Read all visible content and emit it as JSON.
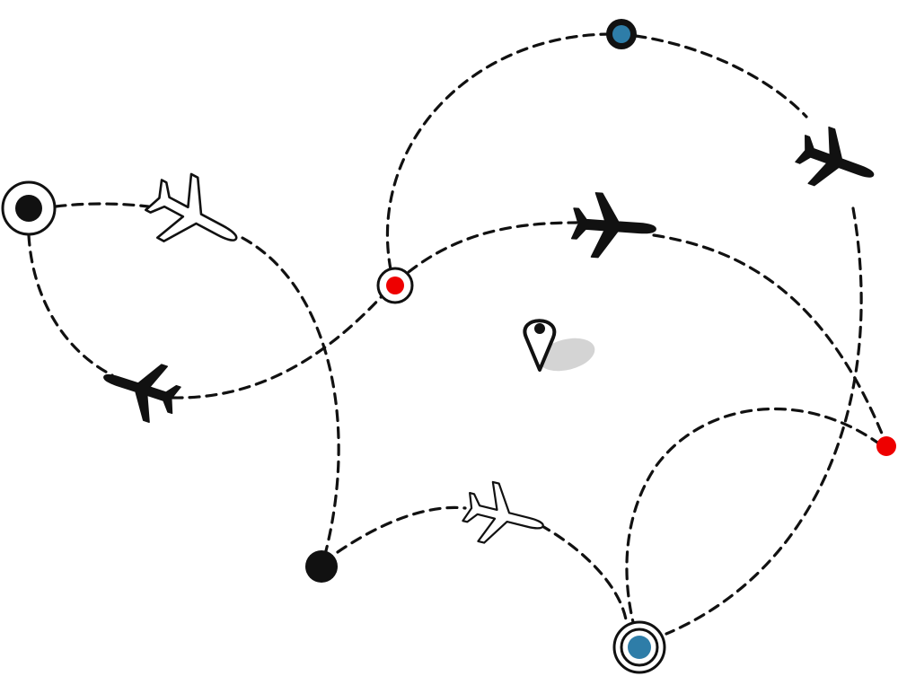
{
  "colors": {
    "background": "#ffffff",
    "route": "#111111",
    "marker_black": "#111111",
    "marker_blue": "#2e7da8",
    "marker_red": "#ee0000",
    "pin_shadow": "#d4d4d4",
    "plane_outline": "#111111",
    "plane_fill_light": "#ffffff",
    "plane_fill_dark": "#111111"
  },
  "icons": {
    "plane": "airplane-icon",
    "pin": "map-pin-icon",
    "stop": "location-dot-icon"
  },
  "stops": [
    {
      "id": "left-ringed",
      "style": "ringed",
      "color": "marker_black"
    },
    {
      "id": "top-blue",
      "style": "solid-outlined",
      "color": "marker_blue"
    },
    {
      "id": "center-red-ringed",
      "style": "ringed",
      "color": "marker_red"
    },
    {
      "id": "right-red",
      "style": "solid",
      "color": "marker_red"
    },
    {
      "id": "bottom-black",
      "style": "solid",
      "color": "marker_black"
    },
    {
      "id": "bottom-blue-double-ring",
      "style": "double-ringed",
      "color": "marker_blue"
    }
  ],
  "planes": [
    {
      "id": "plane-1",
      "style": "outline"
    },
    {
      "id": "plane-2",
      "style": "solid"
    },
    {
      "id": "plane-3",
      "style": "solid"
    },
    {
      "id": "plane-4",
      "style": "solid"
    },
    {
      "id": "plane-5",
      "style": "outline"
    }
  ]
}
